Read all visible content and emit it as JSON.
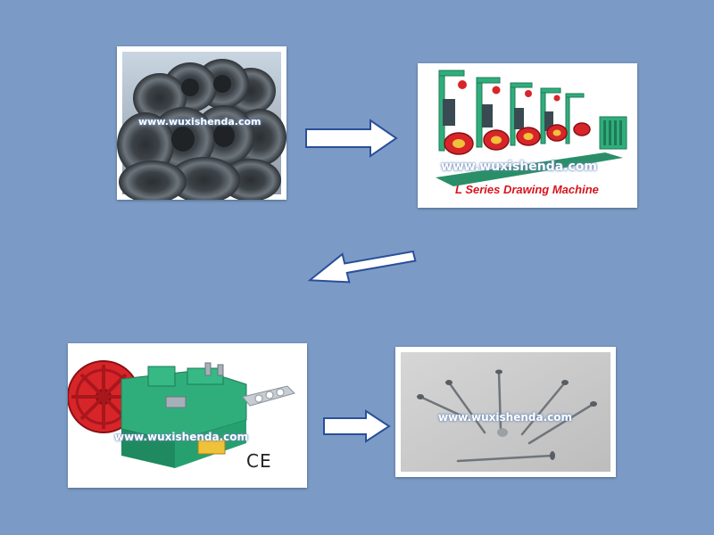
{
  "watermark": "www.wuxishenda.com",
  "steps": [
    {
      "id": "wire-rod-coils"
    },
    {
      "id": "drawing-machine",
      "caption": "L Series Drawing Machine"
    },
    {
      "id": "nail-making-machine",
      "mark": "CE"
    },
    {
      "id": "finished-nails"
    }
  ],
  "colors": {
    "background": "#7b9bc6",
    "arrow_stroke": "#2a4f9b",
    "arrow_fill": "#ffffff",
    "caption": "#d8141c",
    "machine_green": "#2fae7c",
    "machine_red": "#d8252a"
  }
}
